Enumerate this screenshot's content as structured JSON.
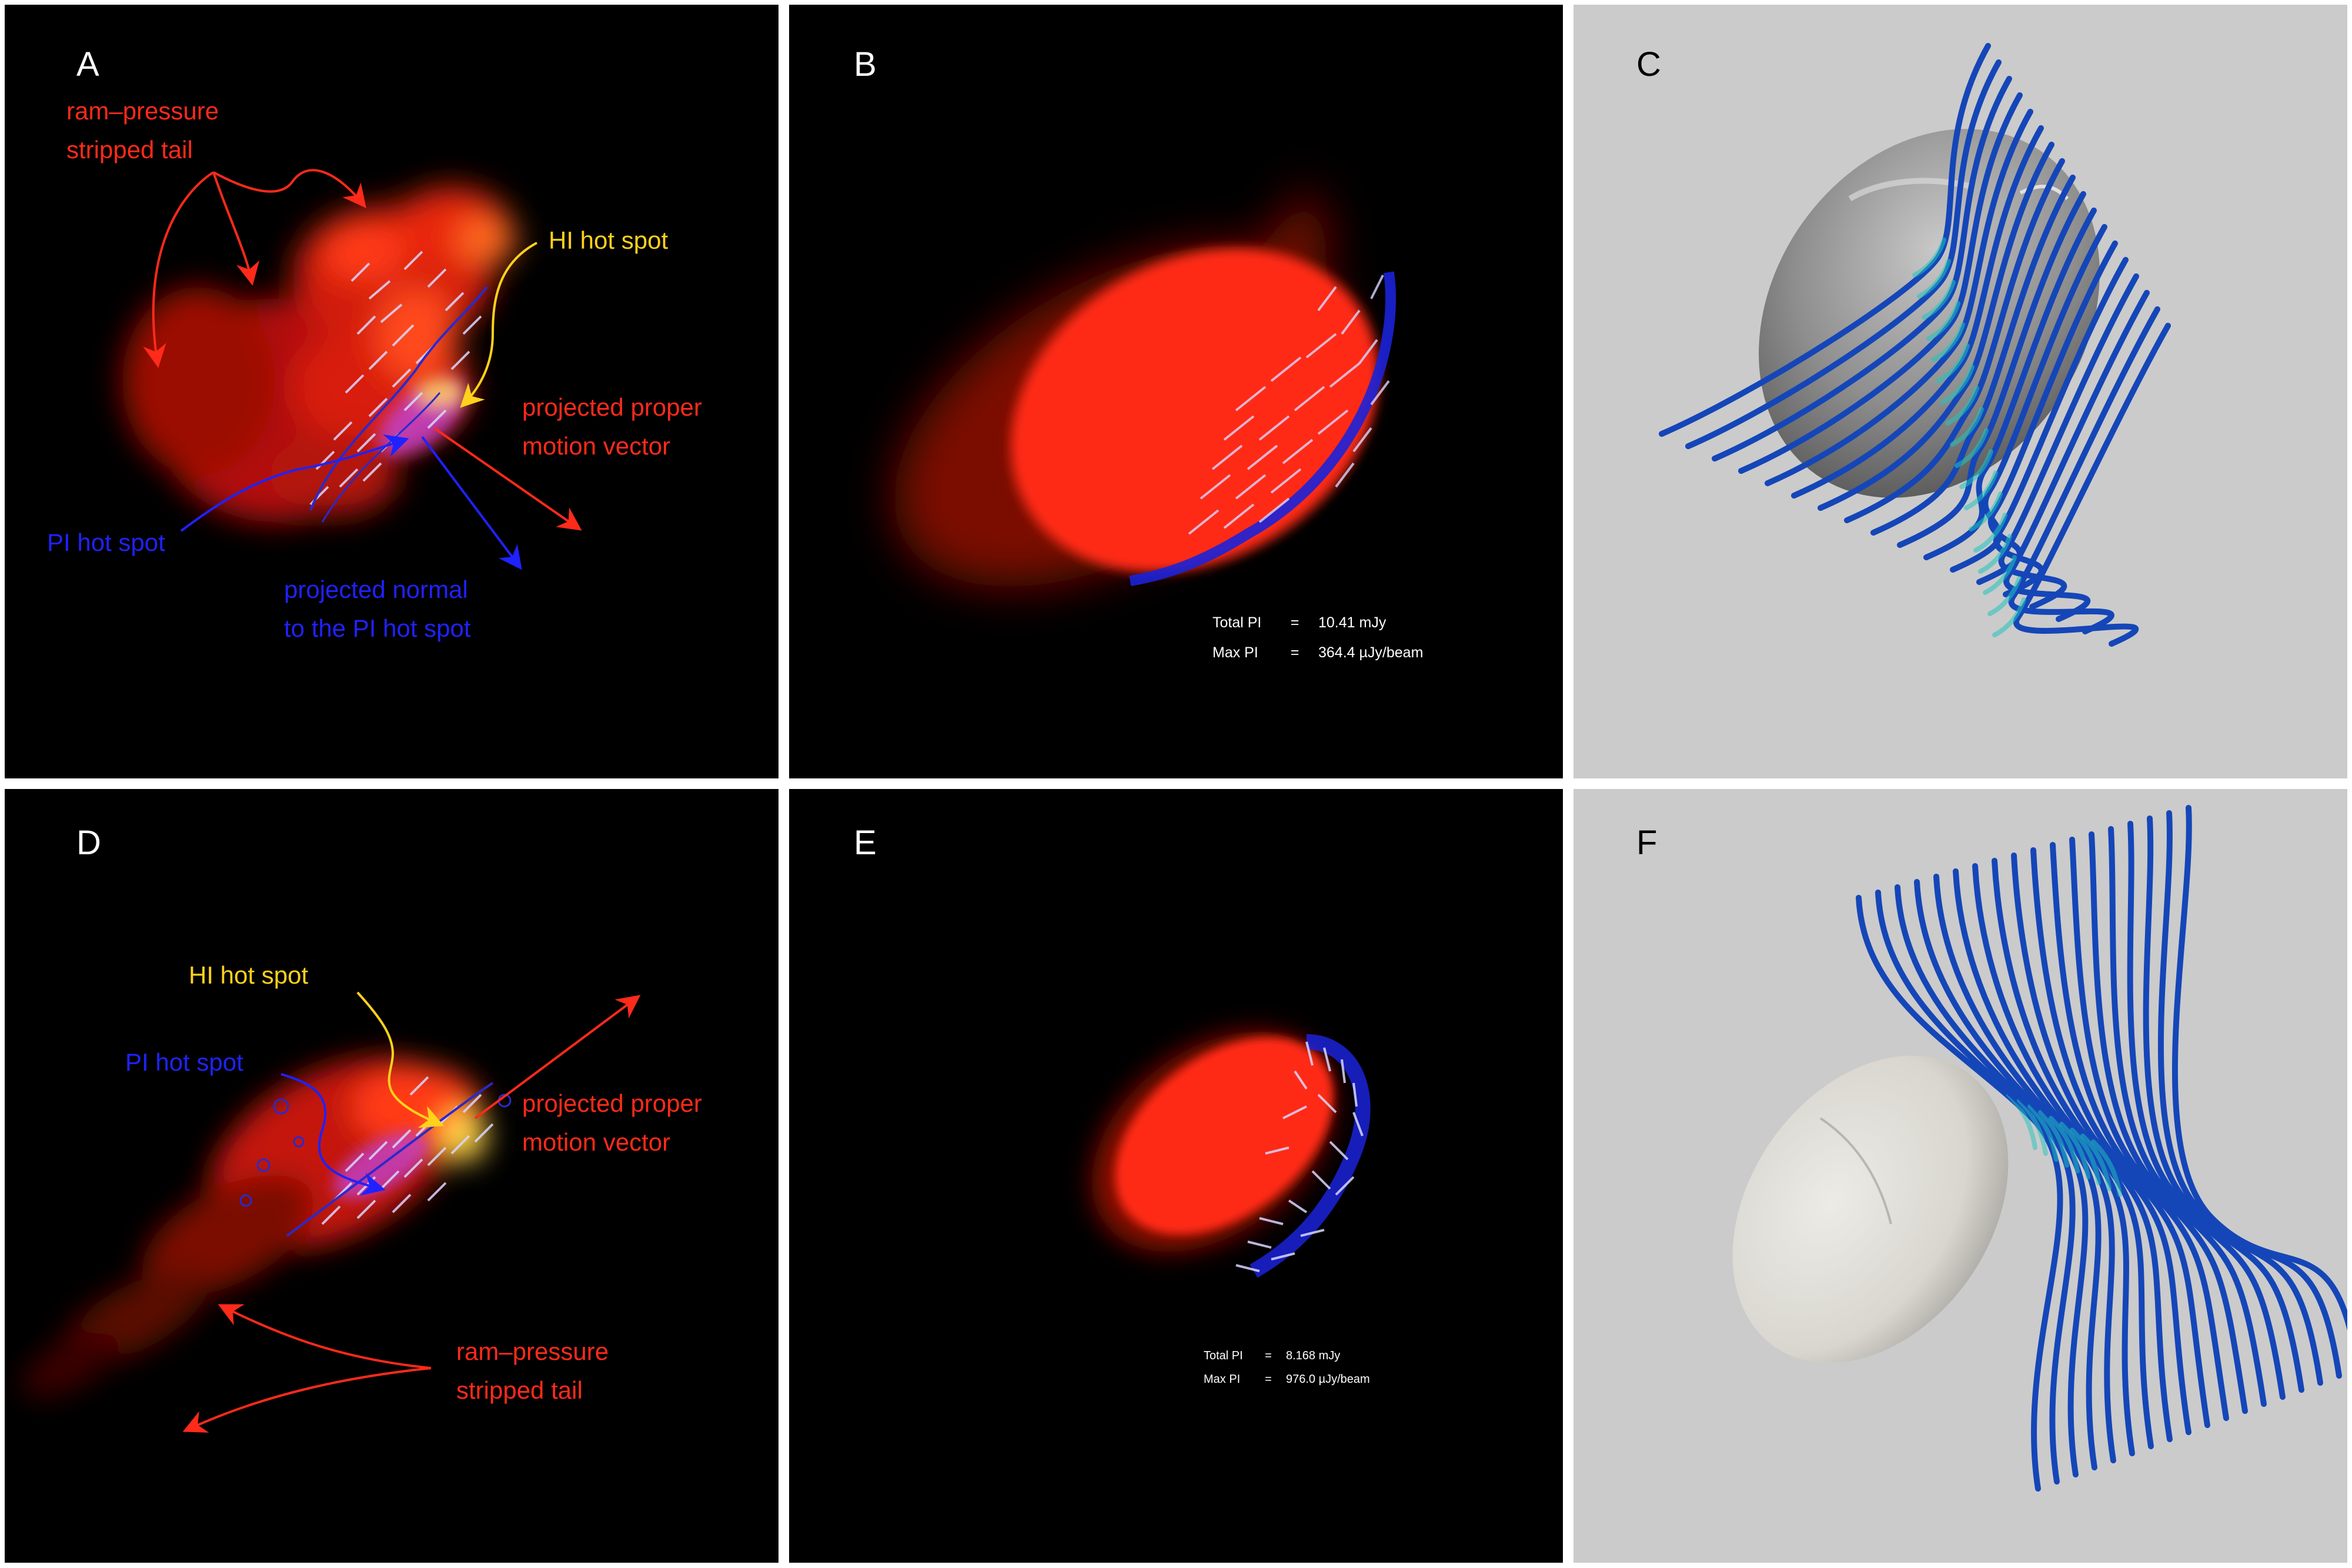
{
  "panels": {
    "a": {
      "letter": "A",
      "tail_label": [
        "ram–pressure",
        "stripped tail"
      ],
      "hi_label": "HI hot spot",
      "motion_label": [
        "projected proper",
        "motion vector"
      ],
      "pi_label": "PI hot spot",
      "normal_label": [
        "projected normal",
        "to the PI hot spot"
      ]
    },
    "b": {
      "letter": "B",
      "total_key": "Total PI",
      "eq": "=",
      "total_val": "10.41 mJy",
      "max_key": "Max PI",
      "max_val": "364.4 µJy/beam"
    },
    "c": {
      "letter": "C"
    },
    "d": {
      "letter": "D",
      "hi_label": "HI hot spot",
      "pi_label": "PI hot spot",
      "motion_label": [
        "projected proper",
        "motion vector"
      ],
      "tail_label": [
        "ram–pressure",
        "stripped tail"
      ]
    },
    "e": {
      "letter": "E",
      "total_key": "Total PI",
      "eq": "=",
      "total_val": "8.168 mJy",
      "max_key": "Max PI",
      "max_val": "976.0 µJy/beam"
    },
    "f": {
      "letter": "F"
    }
  },
  "colors": {
    "label_red": "#ff2a1a",
    "label_yellow": "#ffd21c",
    "label_blue": "#1f22ff",
    "streamline_blue": "#1546b8",
    "streamline_cyan": "#1fc4c0",
    "body_grey": "#9a9a9a",
    "body_light": "#e4e2dc"
  }
}
